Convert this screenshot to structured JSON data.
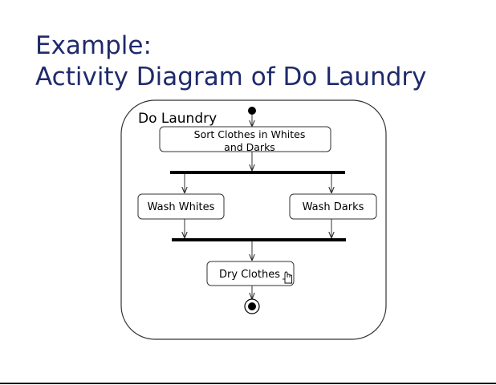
{
  "slide": {
    "title_line_1": "Example:",
    "title_line_2": "Activity Diagram of Do Laundry"
  },
  "diagram": {
    "activity_name": "Do Laundry",
    "actions": {
      "sort_line_1": "Sort Clothes in Whites",
      "sort_line_2": "and Darks",
      "wash_whites": "Wash Whites",
      "wash_darks": "Wash Darks",
      "dry_clothes": "Dry Clothes"
    },
    "colors": {
      "title": "#1f2a6b",
      "lines": "#333333",
      "bars": "#000000"
    }
  }
}
